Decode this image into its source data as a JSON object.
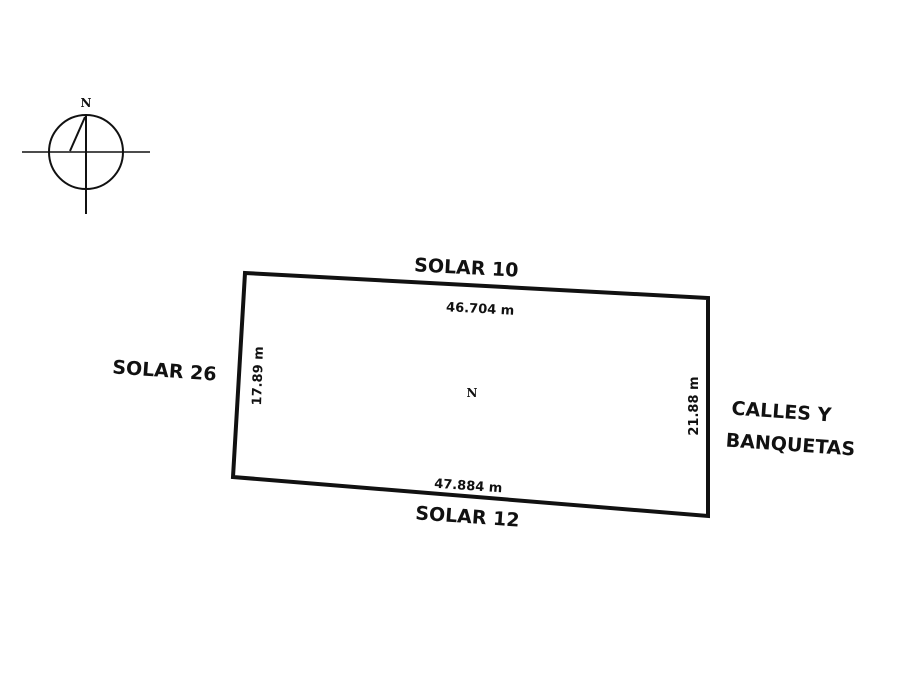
{
  "compass": {
    "north_label": "N"
  },
  "center_mark": "N",
  "neighbors": {
    "north": "SOLAR 10",
    "south": "SOLAR 12",
    "west": "SOLAR 26",
    "east_line1": "CALLES Y",
    "east_line2": "BANQUETAS"
  },
  "dimensions": {
    "north": "46.704 m",
    "south": "47.884 m",
    "west": "17.89 m",
    "east": "21.88 m"
  }
}
